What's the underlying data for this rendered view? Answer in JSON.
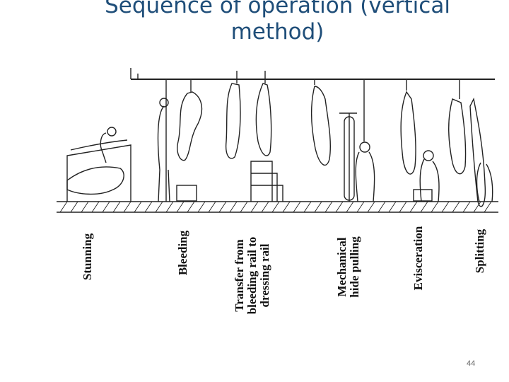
{
  "slide": {
    "title_line1": "Sequence of operation (vertical",
    "title_line2": "method)",
    "page_number": "44"
  },
  "stages": [
    {
      "lines": [
        "Stunning"
      ]
    },
    {
      "lines": [
        "Bleeding"
      ]
    },
    {
      "lines": [
        "Transfer from",
        "bleeding rail to",
        "dressing rail"
      ]
    },
    {
      "lines": [
        "Mechanical",
        "hide pulling"
      ]
    },
    {
      "lines": [
        "Evisceration"
      ]
    },
    {
      "lines": [
        "Splitting"
      ]
    }
  ],
  "colors": {
    "title": "#1f4e79",
    "line_art": "#222222"
  }
}
